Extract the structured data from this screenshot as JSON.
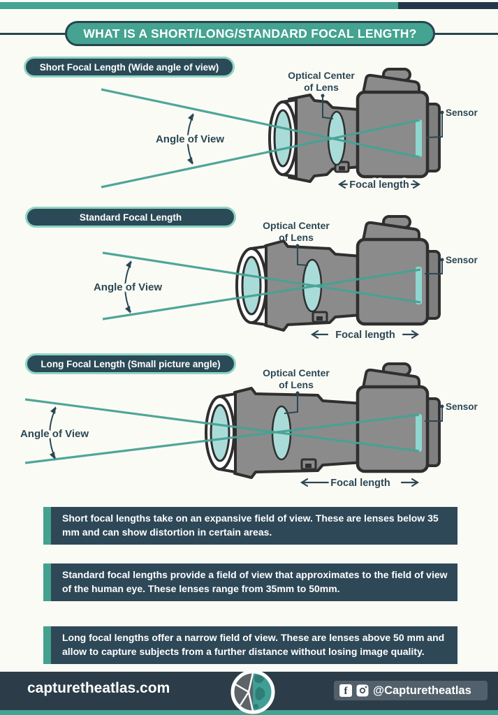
{
  "header": {
    "title": "WHAT IS A SHORT/LONG/STANDARD FOCAL LENGTH?"
  },
  "sections": [
    {
      "label": "Short Focal Length (Wide angle of view)"
    },
    {
      "label": "Standard Focal Length"
    },
    {
      "label": "Long Focal Length (Small picture angle)"
    }
  ],
  "labels": {
    "optical_center_line1": "Optical Center",
    "optical_center_line2": "of Lens",
    "sensor": "Sensor",
    "angle_of_view": "Angle of View",
    "focal_length": "Focal length"
  },
  "info_boxes": [
    {
      "text": "Short focal lengths take on an expansive field of view. These are lenses below 35 mm and can show distortion in certain areas."
    },
    {
      "text": "Standard focal lengths provide a field of view that approximates to the field of view of the human eye. These lenses range from 35mm to 50mm."
    },
    {
      "text": "Long focal lengths offer a narrow field of view. These are lenses above 50 mm and allow to capture subjects from a further distance without losing image quality."
    }
  ],
  "footer": {
    "website": "capturetheatlas.com",
    "social_handle": "@Capturetheatlas",
    "icons": [
      "facebook-icon",
      "instagram-icon",
      "globe-shutter-logo"
    ]
  },
  "colors": {
    "teal": "#44a391",
    "dark_slate": "#2b4753",
    "panel_dark": "#2e4857",
    "camera_gray": "#8b8b8b",
    "lens_aqua": "#a9dcd8",
    "outline": "#2f2f2f"
  }
}
